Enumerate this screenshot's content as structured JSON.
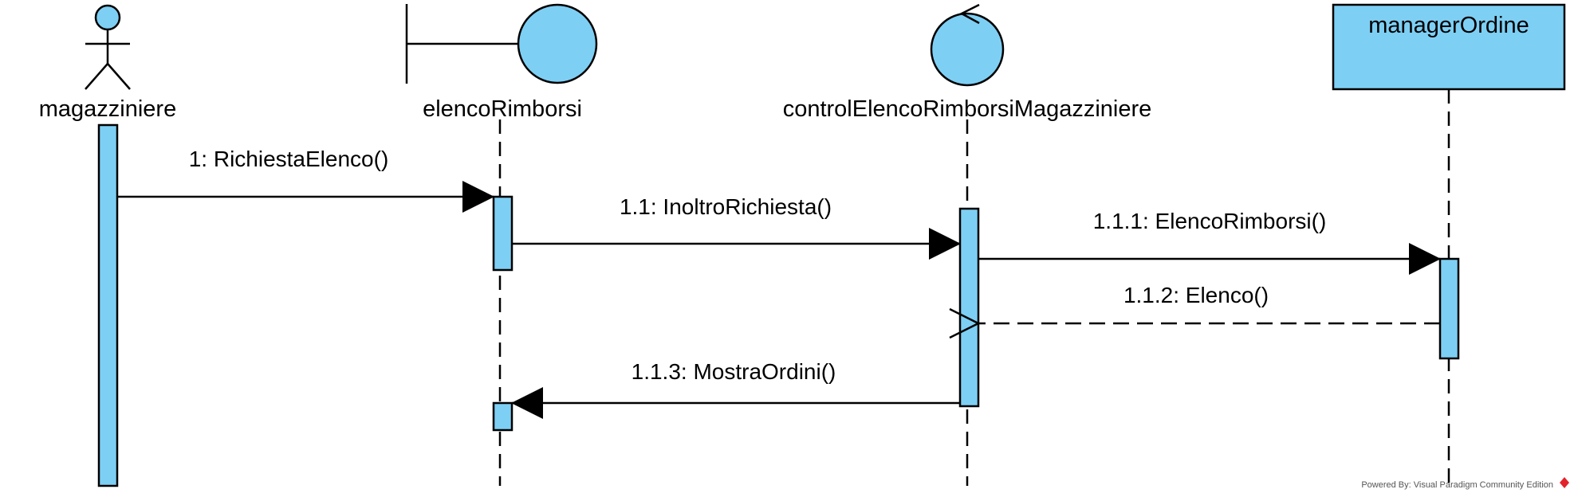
{
  "colors": {
    "fill": "#7ecff4",
    "stroke": "#000000",
    "background": "#ffffff",
    "footer_logo": "#e2232a"
  },
  "lifelines": [
    {
      "name": "magazziniere",
      "kind": "actor"
    },
    {
      "name": "elencoRimborsi",
      "kind": "boundary"
    },
    {
      "name": "controlElencoRimborsiMagazziniere",
      "kind": "control"
    },
    {
      "name": "managerOrdine",
      "kind": "object"
    }
  ],
  "messages": [
    {
      "label": "1: RichiestaElenco()",
      "from": "magazziniere",
      "to": "elencoRimborsi",
      "type": "synchronous"
    },
    {
      "label": "1.1: InoltroRichiesta()",
      "from": "elencoRimborsi",
      "to": "controlElencoRimborsiMagazziniere",
      "type": "synchronous"
    },
    {
      "label": "1.1.1: ElencoRimborsi()",
      "from": "controlElencoRimborsiMagazziniere",
      "to": "managerOrdine",
      "type": "synchronous"
    },
    {
      "label": "1.1.2: Elenco()",
      "from": "managerOrdine",
      "to": "controlElencoRimborsiMagazziniere",
      "type": "return"
    },
    {
      "label": "1.1.3: MostraOrdini()",
      "from": "controlElencoRimborsiMagazziniere",
      "to": "elencoRimborsi",
      "type": "synchronous"
    }
  ],
  "footer": {
    "text": "Powered By: Visual Paradigm Community Edition",
    "icon": "visual-paradigm-logo-icon"
  }
}
